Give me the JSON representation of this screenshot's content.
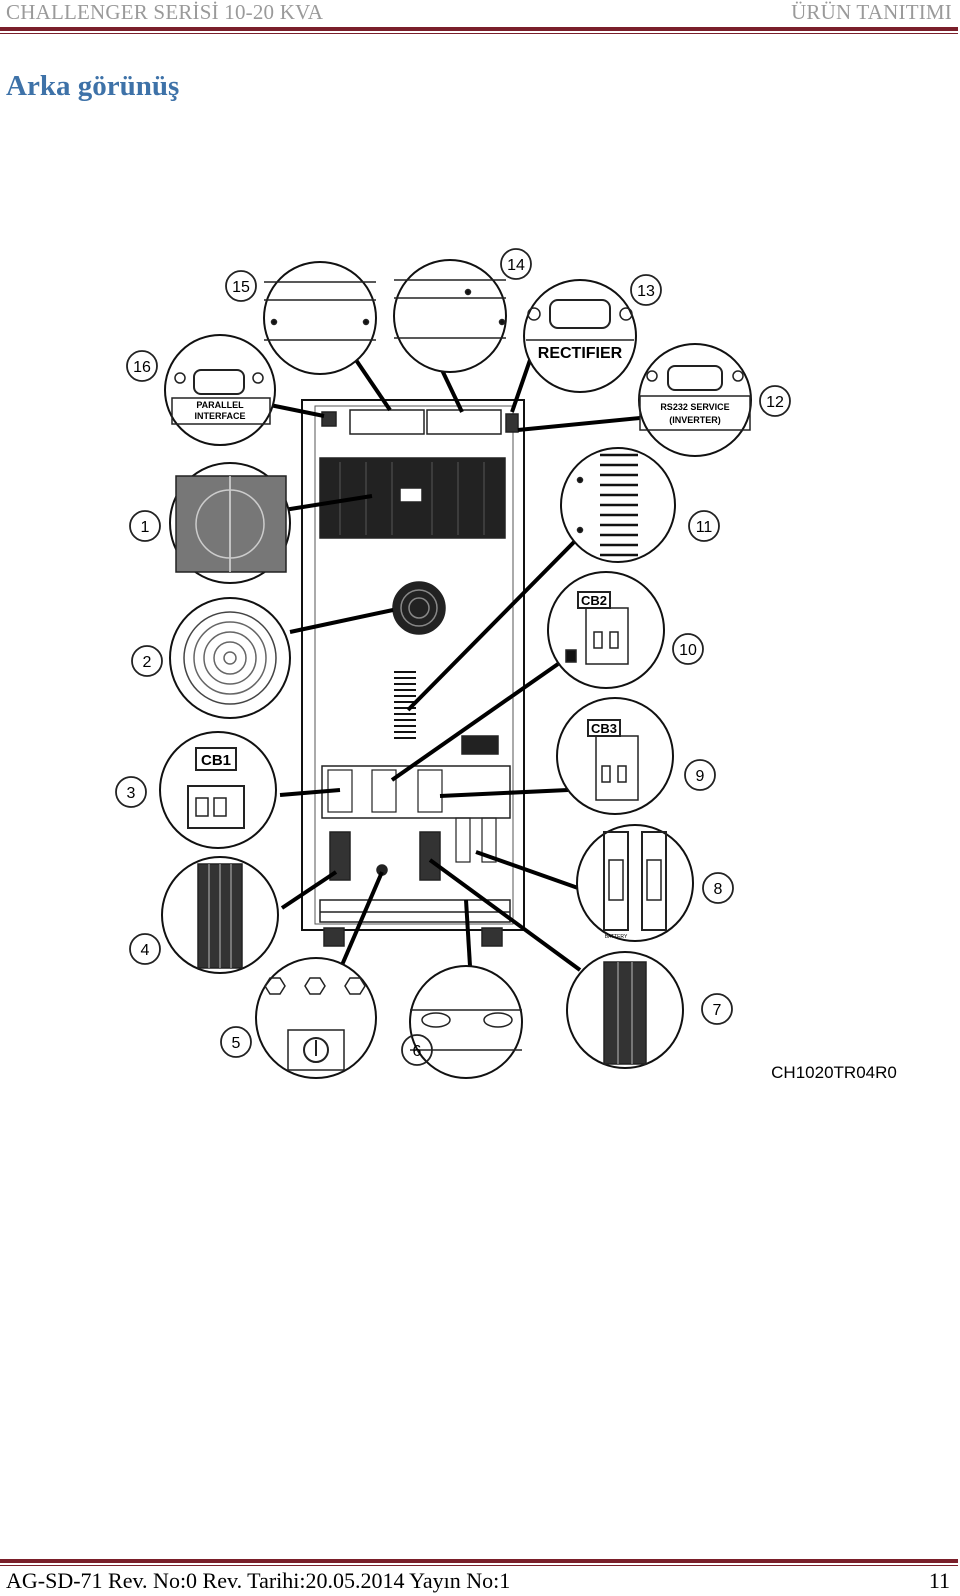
{
  "header": {
    "left": "CHALLENGER SERİSİ 10-20 KVA",
    "right": "ÜRÜN TANITIMI"
  },
  "title": "Arka görünüş",
  "figure": {
    "code": "CH1020TR04R0",
    "labels": {
      "rectifier": "RECTIFIER",
      "parallel_1": "PARALLEL",
      "parallel_2": "INTERFACE",
      "rs232_1": "RS232 SERVICE",
      "rs232_2": "(INVERTER)",
      "cb1": "CB1",
      "cb2": "CB2",
      "cb3": "CB3",
      "battery": "BATTERY"
    },
    "callouts": [
      "1",
      "2",
      "3",
      "4",
      "5",
      "6",
      "7",
      "8",
      "9",
      "10",
      "11",
      "12",
      "13",
      "14",
      "15",
      "16"
    ]
  },
  "footer": {
    "left": "AG-SD-71 Rev. No:0 Rev. Tarihi:20.05.2014 Yayın No:1",
    "page": "11"
  }
}
